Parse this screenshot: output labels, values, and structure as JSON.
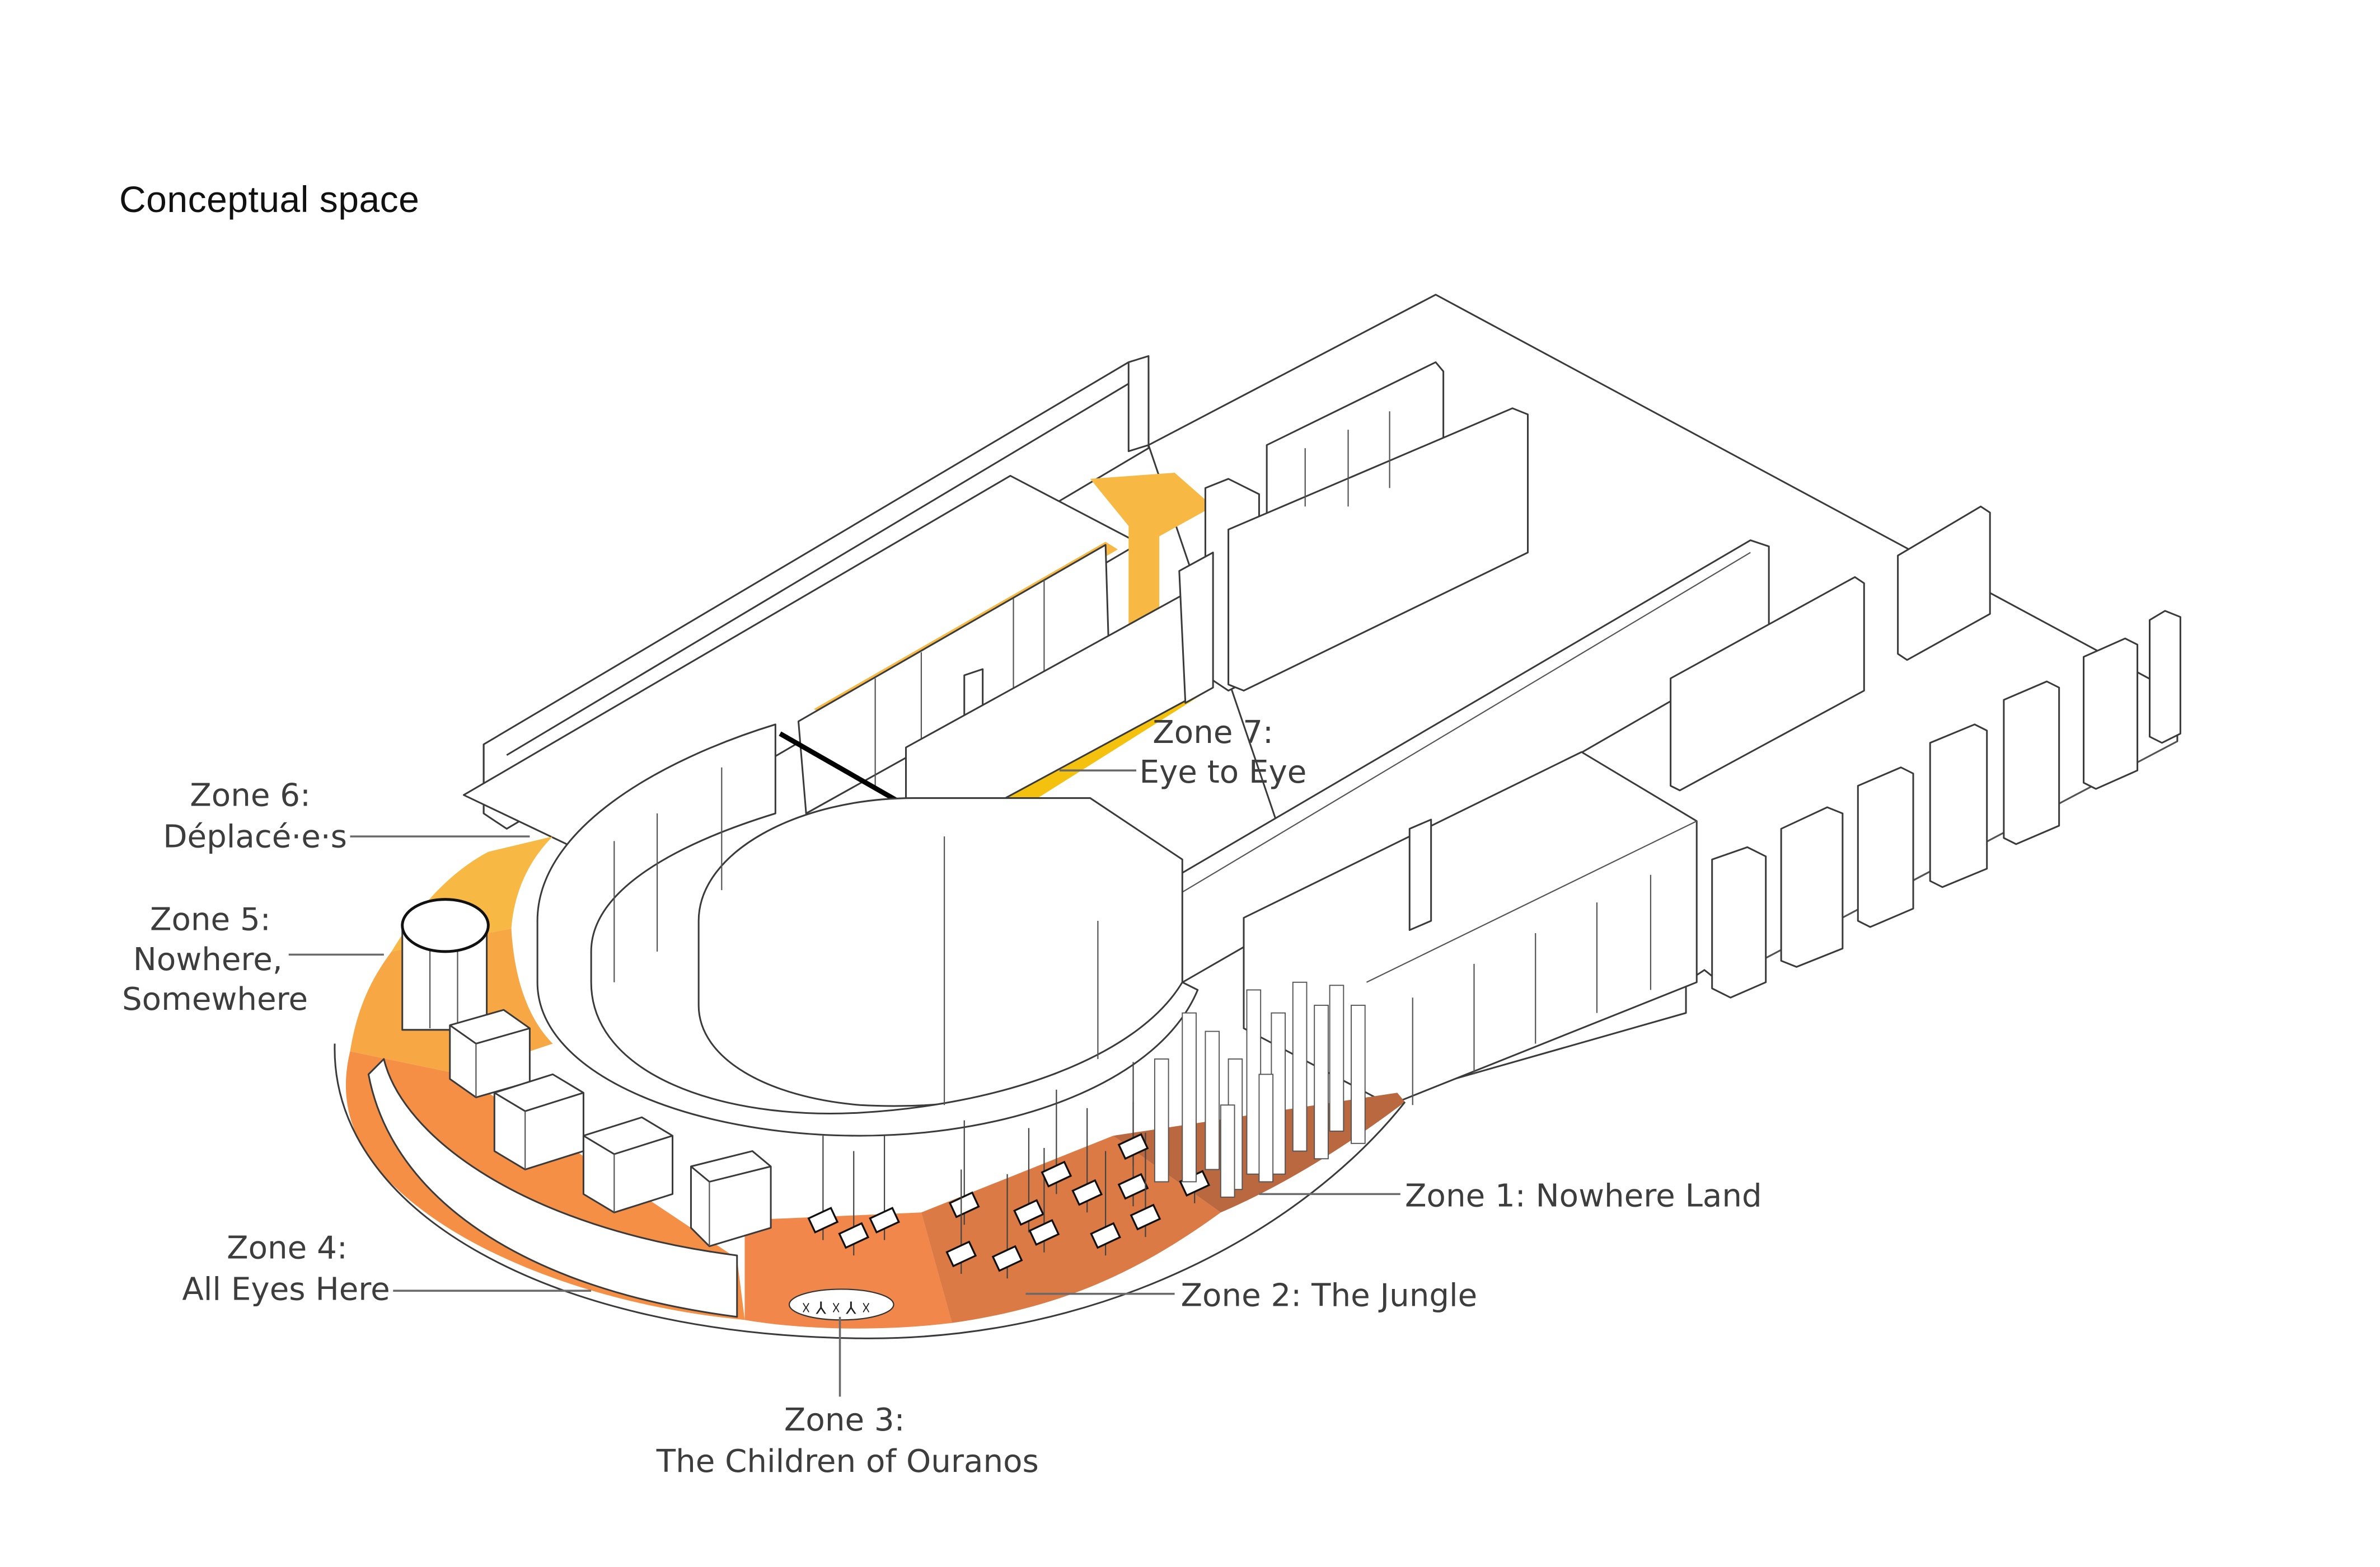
{
  "title": "Conceptual space",
  "zones": [
    {
      "id": "zone-1",
      "heading": "Zone 1: Nowhere Land",
      "subtitle": "",
      "color": "#b9683f"
    },
    {
      "id": "zone-2",
      "heading": "Zone 2: The Jungle",
      "subtitle": "",
      "color": "#dc7a45"
    },
    {
      "id": "zone-3",
      "heading": "Zone 3:",
      "subtitle": "The Children of Ouranos",
      "color": "#f1874a"
    },
    {
      "id": "zone-4",
      "heading": "Zone 4:",
      "subtitle": "All Eyes Here",
      "color": "#f58f45"
    },
    {
      "id": "zone-5",
      "heading": "Zone 5:",
      "subtitle": "Nowhere,",
      "subtitle2": "Somewhere",
      "color": "#f7a844"
    },
    {
      "id": "zone-6",
      "heading": "Zone 6:",
      "subtitle": "Déplacé·e·s",
      "color": "#f8b944"
    },
    {
      "id": "zone-7",
      "heading": "Zone 7:",
      "subtitle": "Eye to Eye",
      "color": "#f3c10e"
    }
  ],
  "colors": {
    "line": "#3a3a3a",
    "leader": "#6a6a6a",
    "text": "#3d3d3d",
    "background": "#ffffff"
  }
}
